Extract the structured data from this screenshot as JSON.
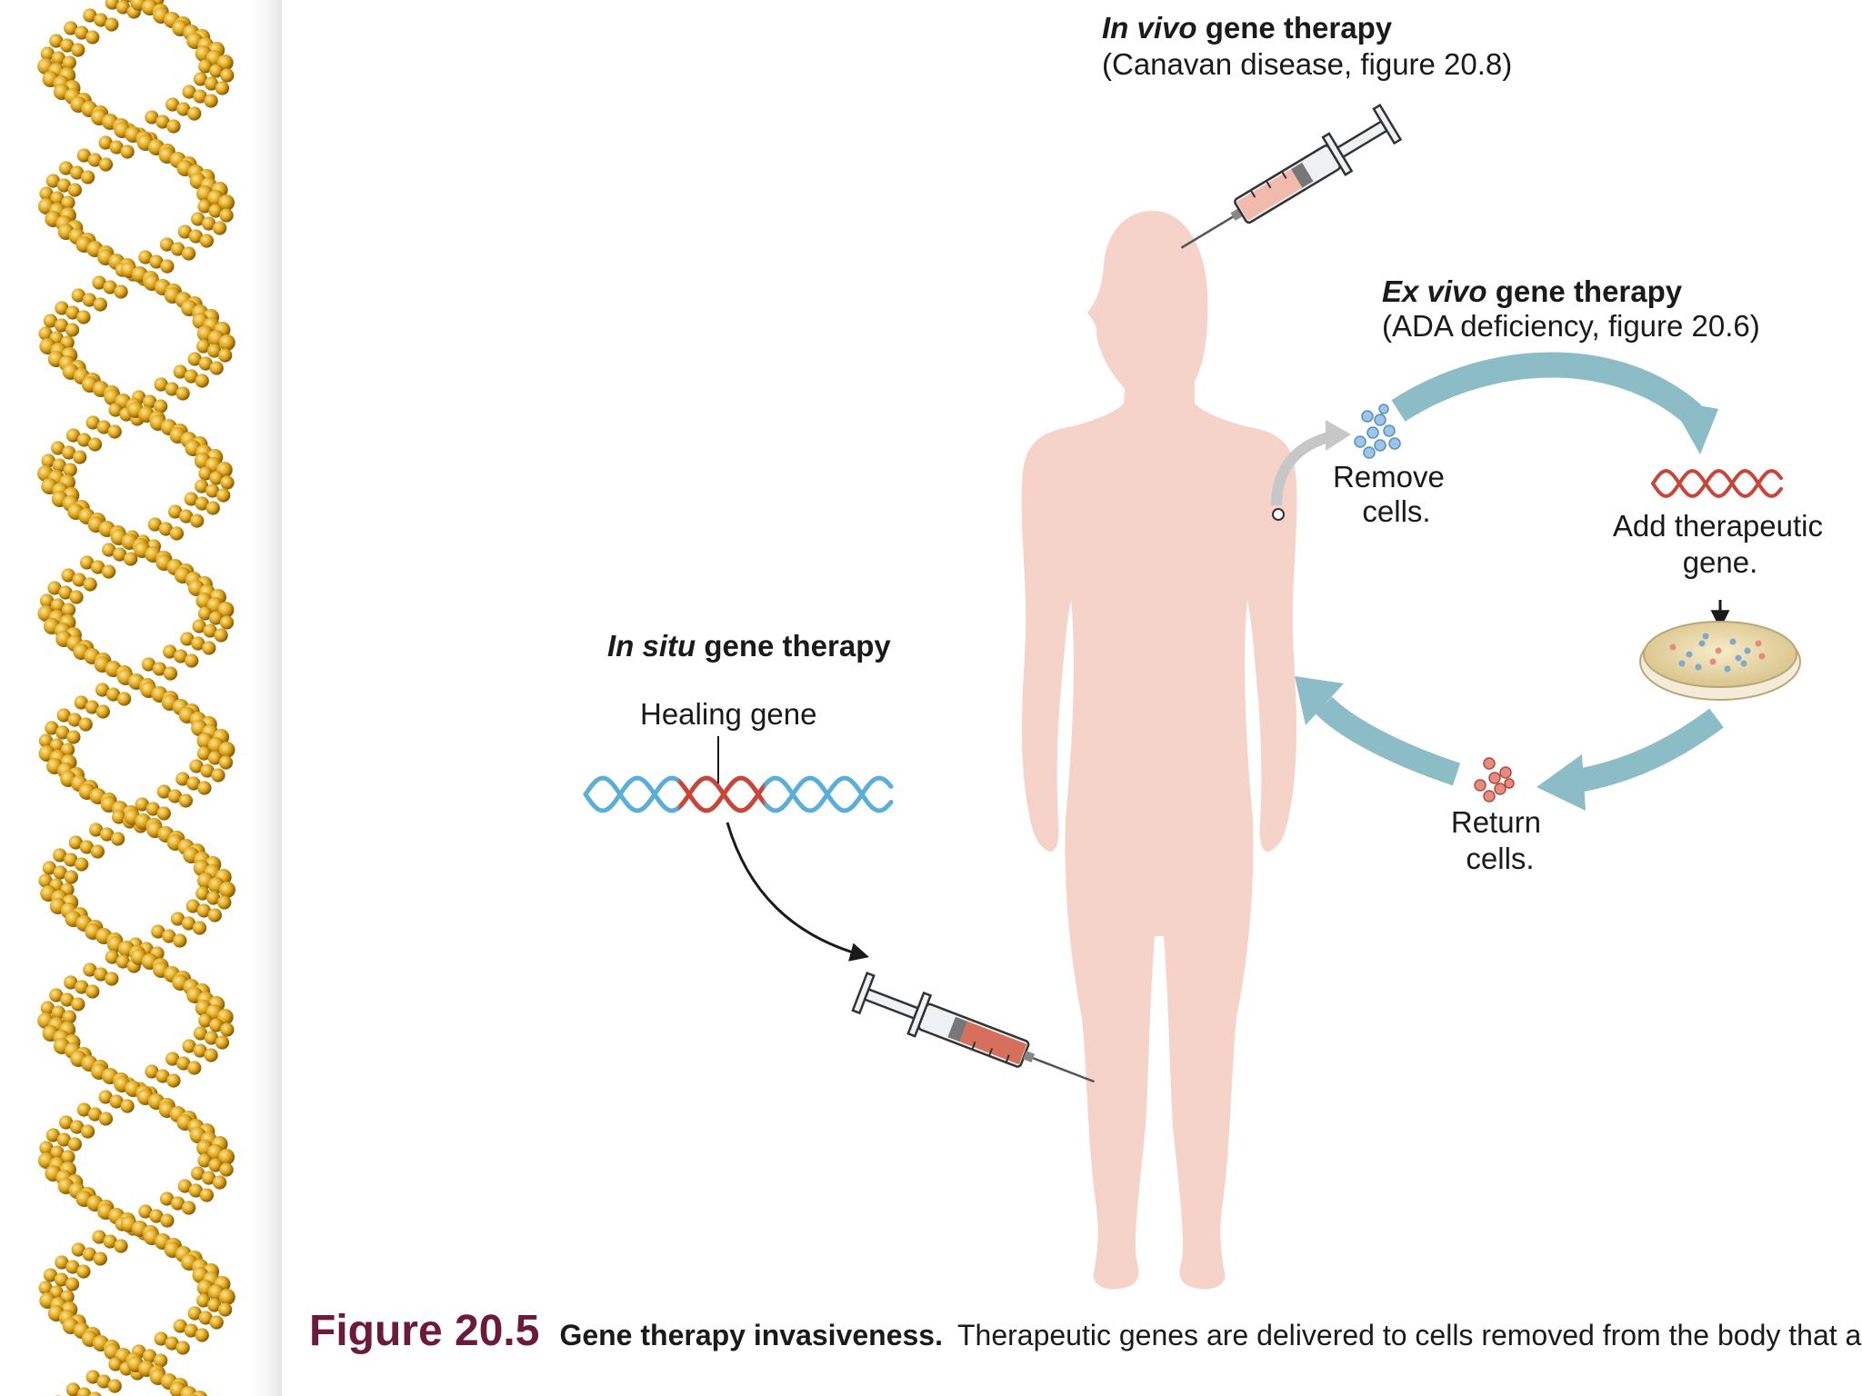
{
  "in_vivo": {
    "title_italic": "In vivo",
    "title_rest": " gene therapy",
    "subtitle": "(Canavan disease, figure 20.8)"
  },
  "ex_vivo": {
    "title_italic": "Ex vivo",
    "title_rest": " gene therapy",
    "subtitle": "(ADA deficiency, figure 20.6)",
    "step_remove": [
      "Remove",
      "cells."
    ],
    "step_add": [
      "Add therapeutic",
      "gene."
    ],
    "step_return": [
      "Return",
      "cells."
    ]
  },
  "in_situ": {
    "title_italic": "In situ",
    "title_rest": " gene therapy",
    "gene_label": "Healing gene"
  },
  "caption": {
    "figure_number": "Figure 20.5",
    "title": "Gene therapy invasiveness.",
    "text": "Therapeutic genes are delivered to cells removed from the body that are th"
  },
  "colors": {
    "dna_backbone": "#e0a81c",
    "dna_bases": "#1a1f9a",
    "body": "#f6d3c9",
    "cycle_arrow": "#8cbcc6",
    "gene_blue": "#5aaed8",
    "gene_red": "#c8453a",
    "caption_figure": "#6b1a3c"
  }
}
